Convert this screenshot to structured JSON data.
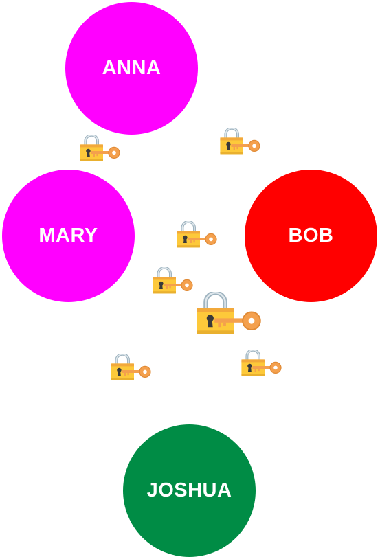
{
  "nodes": [
    {
      "id": "anna",
      "label": "ANNA",
      "color": "#ff00ff"
    },
    {
      "id": "mary",
      "label": "MARY",
      "color": "#ff00ff"
    },
    {
      "id": "bob",
      "label": "BOB",
      "color": "#ff0000"
    },
    {
      "id": "joshua",
      "label": "JOSHUA",
      "color": "#008c45"
    }
  ],
  "icons": {
    "lock_key": "lock-with-key-icon",
    "lock_body_color": "#fdc93a",
    "key_color": "#f4a04d",
    "shackle_color": "#b0bec5"
  }
}
